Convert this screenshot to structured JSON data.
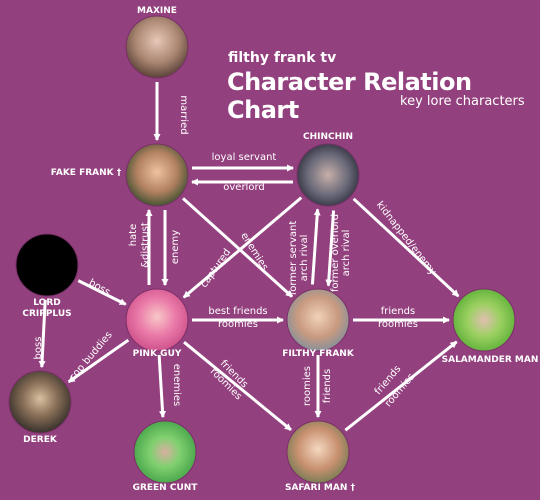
{
  "header": {
    "show": "filthy frank tv",
    "title": "Character Relation Chart",
    "subtitle": "key lore characters"
  },
  "colors": {
    "background": "#93407e",
    "line": "#ffffff",
    "text": "#ffffff"
  },
  "nodes": [
    {
      "id": "maxine",
      "name": "MAXINE"
    },
    {
      "id": "fake_frank",
      "name": "FAKE FRANK †"
    },
    {
      "id": "chinchin",
      "name": "CHINCHIN"
    },
    {
      "id": "lord_cripplus",
      "name": "LORD CRIPPLUS"
    },
    {
      "id": "pink_guy",
      "name": "PINK GUY"
    },
    {
      "id": "filthy_frank",
      "name": "FILTHY FRANK"
    },
    {
      "id": "salamander_man",
      "name": "SALAMANDER MAN"
    },
    {
      "id": "derek",
      "name": "DEREK"
    },
    {
      "id": "green_cunt",
      "name": "GREEN CUNT"
    },
    {
      "id": "safari_man",
      "name": "SAFARI MAN †"
    }
  ],
  "edges": [
    {
      "from": "maxine",
      "to": "fake_frank",
      "labels": [
        "married"
      ]
    },
    {
      "from": "fake_frank",
      "to": "chinchin",
      "labels": [
        "loyal servant"
      ]
    },
    {
      "from": "chinchin",
      "to": "fake_frank",
      "labels": [
        "overlord"
      ]
    },
    {
      "from": "fake_frank",
      "to": "pink_guy",
      "labels": [
        "hate",
        "&distrust"
      ]
    },
    {
      "from": "pink_guy",
      "to": "fake_frank",
      "labels": [
        "enemy"
      ]
    },
    {
      "from": "fake_frank",
      "to": "filthy_frank",
      "labels": [
        "enemies"
      ]
    },
    {
      "from": "chinchin",
      "to": "pink_guy",
      "labels": [
        "captured"
      ]
    },
    {
      "from": "filthy_frank",
      "to": "chinchin",
      "labels": [
        "former servant",
        "arch rival"
      ]
    },
    {
      "from": "chinchin",
      "to": "filthy_frank",
      "labels": [
        "former overlord",
        "arch rival"
      ]
    },
    {
      "from": "chinchin",
      "to": "salamander_man",
      "labels": [
        "kidnapped/enemy"
      ]
    },
    {
      "from": "lord_cripplus",
      "to": "pink_guy",
      "labels": [
        "boss"
      ]
    },
    {
      "from": "lord_cripplus",
      "to": "derek",
      "labels": [
        "boss"
      ]
    },
    {
      "from": "pink_guy",
      "to": "derek",
      "labels": [
        "cop buddies"
      ]
    },
    {
      "from": "pink_guy",
      "to": "filthy_frank",
      "labels": [
        "best friends",
        "roomies"
      ]
    },
    {
      "from": "filthy_frank",
      "to": "salamander_man",
      "labels": [
        "friends",
        "roomies"
      ]
    },
    {
      "from": "pink_guy",
      "to": "green_cunt",
      "labels": [
        "enemies"
      ]
    },
    {
      "from": "pink_guy",
      "to": "safari_man",
      "labels": [
        "friends",
        "roomies"
      ]
    },
    {
      "from": "filthy_frank",
      "to": "safari_man",
      "labels": [
        "roomies",
        "friends"
      ]
    },
    {
      "from": "safari_man",
      "to": "salamander_man",
      "labels": [
        "friends",
        "roomies"
      ]
    }
  ]
}
